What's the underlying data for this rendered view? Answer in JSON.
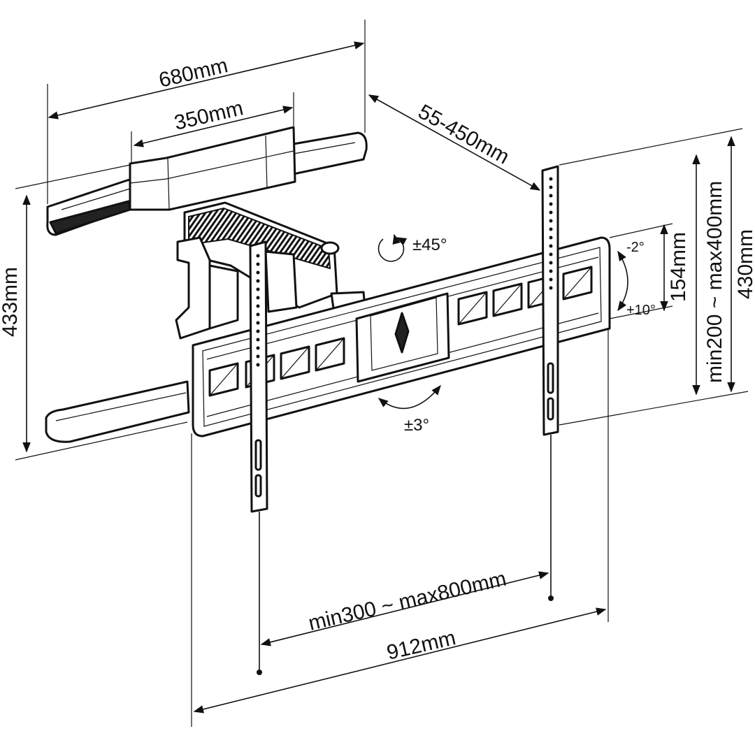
{
  "dimensions": {
    "wall_plate_width": "680mm",
    "wall_plate_inner": "350mm",
    "extension": "55-450mm",
    "wall_plate_height": "433mm",
    "vesa_vertical_range": "min200 ~ max400mm",
    "bracket_height": "430mm",
    "rail_height": "154mm",
    "vesa_horizontal_range": "min300 ~ max800mm",
    "rail_width": "912mm"
  },
  "angles": {
    "swivel": "±45°",
    "level": "±3°",
    "tilt_up": "-2°",
    "tilt_down": "+10°"
  },
  "colors": {
    "line": "#111111",
    "background": "#ffffff"
  }
}
